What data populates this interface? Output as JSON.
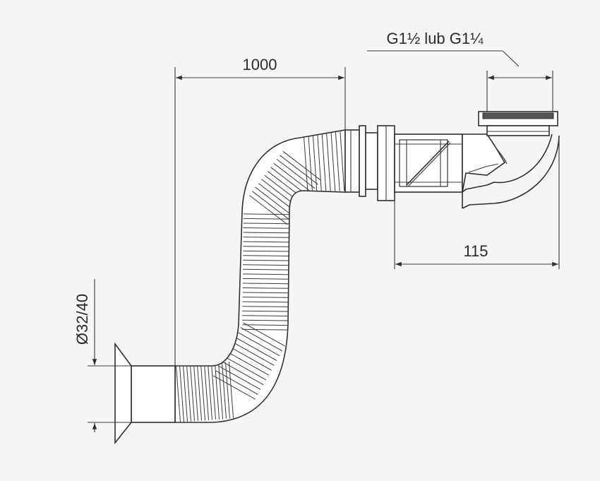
{
  "dimensions": {
    "length": "1000",
    "thread": "G1½ lub G1¼",
    "depth": "115",
    "diameter": "Ø32/40"
  },
  "colors": {
    "background": "#f4f5f7",
    "line": "#2f2f2f"
  }
}
